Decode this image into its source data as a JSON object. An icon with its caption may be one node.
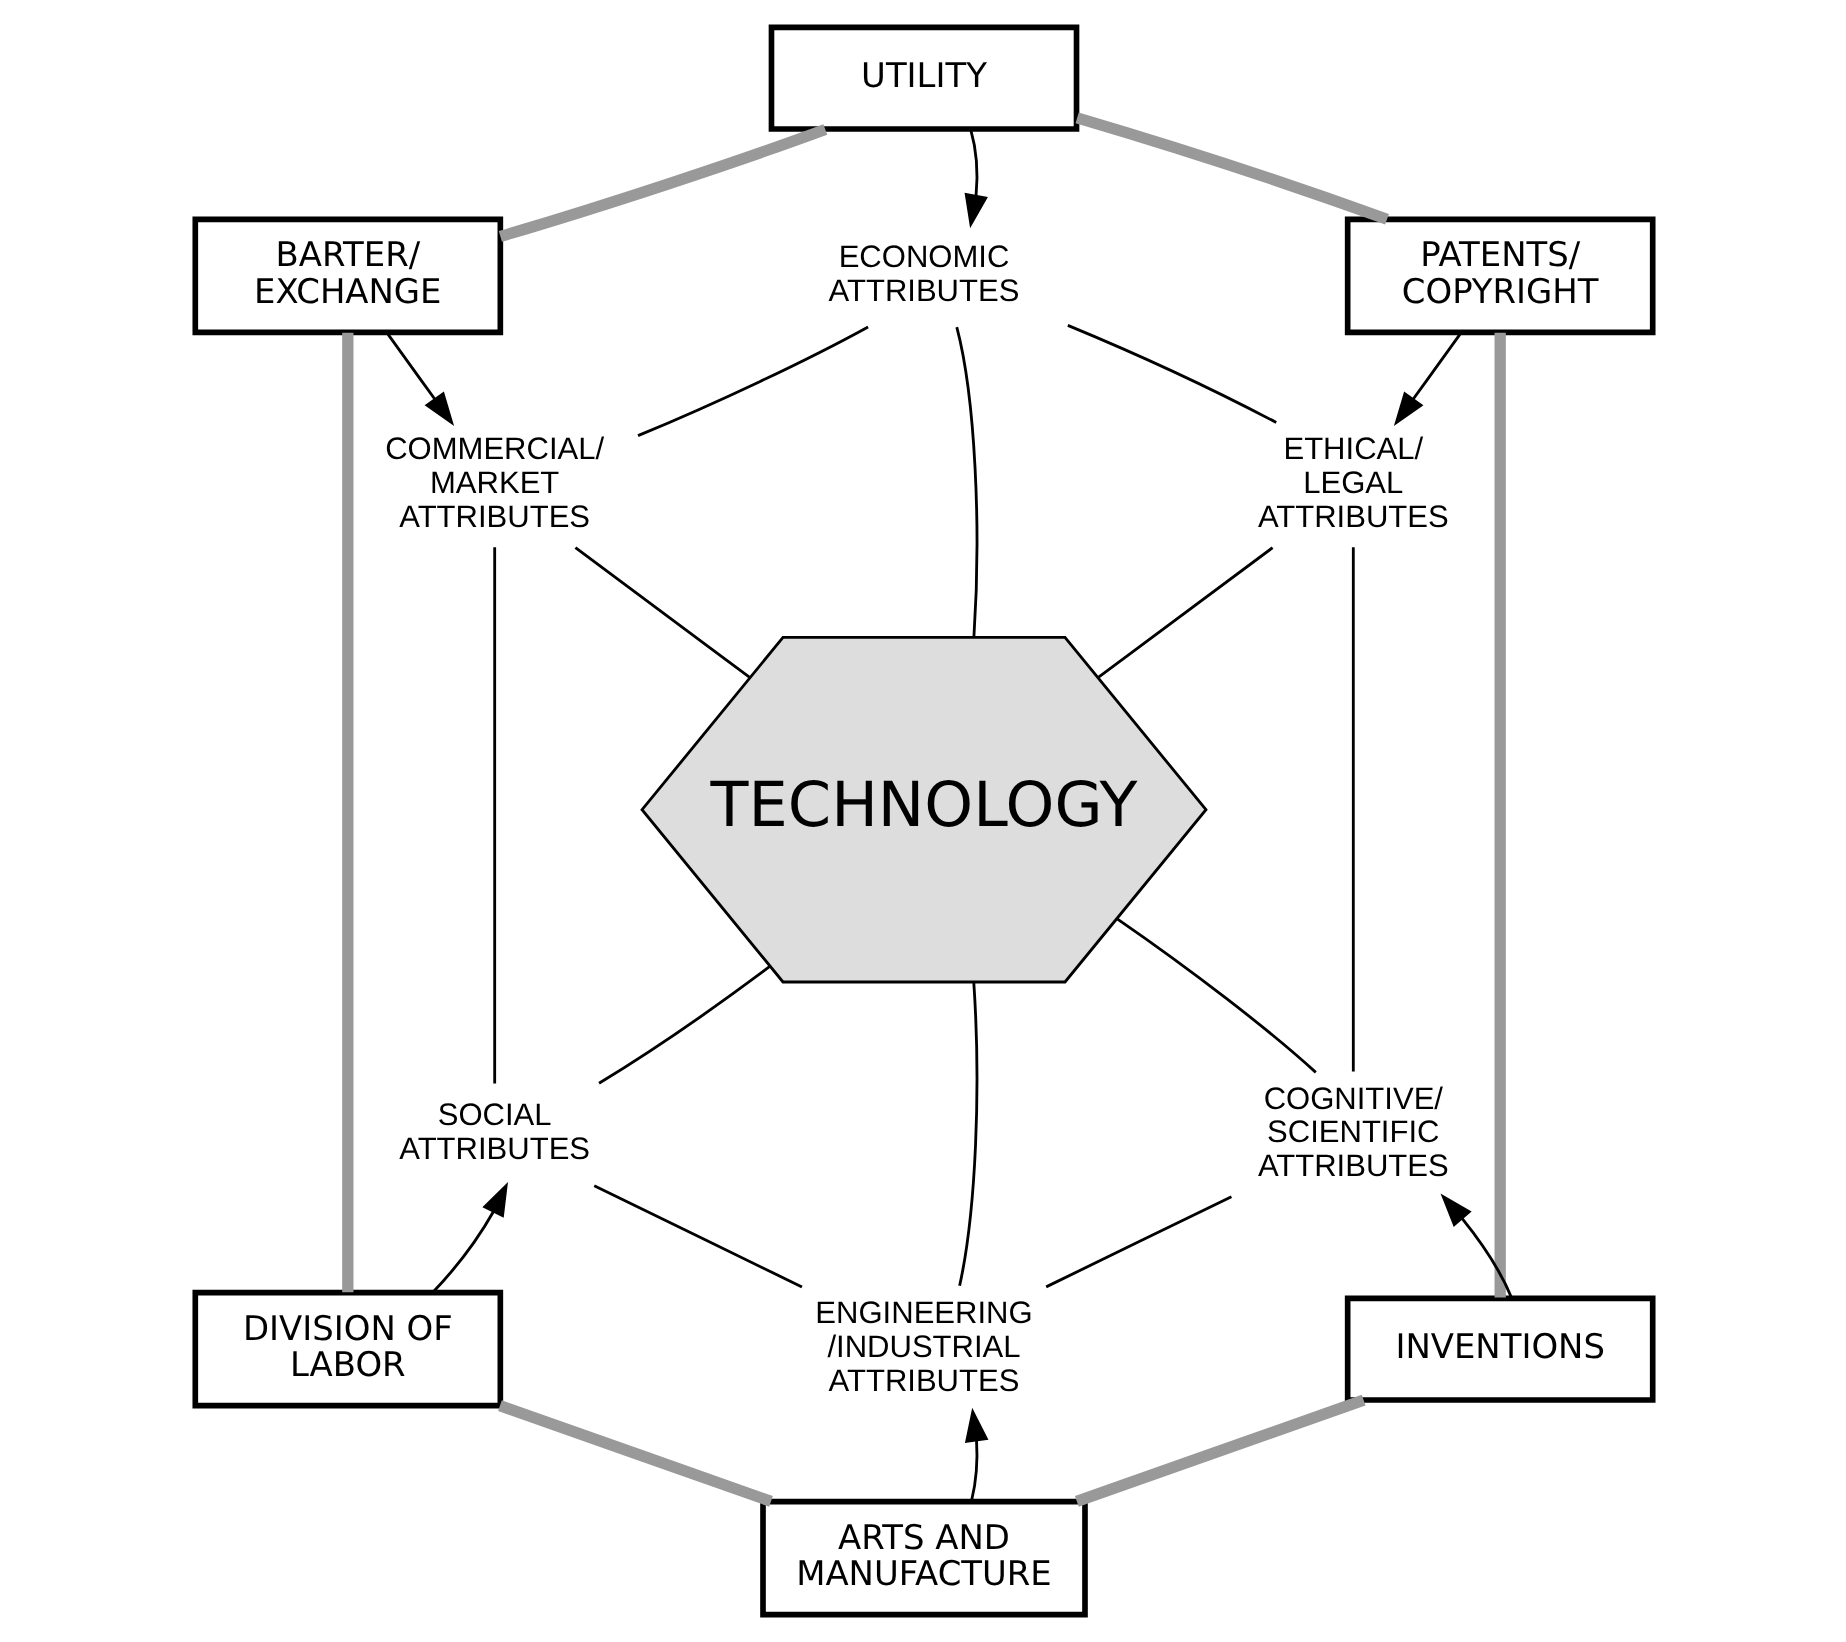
{
  "diagram": {
    "nodes": [
      {
        "text": [
          "TECHNOLOGY"
        ]
      },
      {
        "text": [
          "ECONOMIC ATTRIBUTES"
        ]
      },
      {
        "text": [
          "ETHICAL/ LEGAL ATTRIBUTES"
        ]
      },
      {
        "text": [
          "COGNITIVE/ SCIENTIFIC ATTRIBUTES"
        ]
      },
      {
        "text": [
          "ENGINEERING /INDUSTRIAL ATTRIBUTES"
        ]
      },
      {
        "text": [
          "SOCIAL ATTRIBUTES"
        ]
      },
      {
        "text": [
          "COMMERCIAL/ MARKET ATTRIBUTES"
        ]
      },
      {
        "text": [
          "UTILITY"
        ]
      },
      {
        "text": [
          "PATENTS/ COPYRIGHT"
        ]
      },
      {
        "text": [
          "INVENTIONS"
        ]
      },
      {
        "text": [
          "ARTS AND MANUFACTURE"
        ]
      },
      {
        "text": [
          "DIVISION OF LABOR"
        ]
      },
      {
        "text": [
          "BARTER/ EXCHANGE"
        ]
      }
    ],
    "edges": [
      {
        "from": 0,
        "to": 1,
        "arrow": "none"
      },
      {
        "from": 0,
        "to": 2,
        "arrow": "none"
      },
      {
        "from": 0,
        "to": 3,
        "arrow": "none"
      },
      {
        "from": 0,
        "to": 4,
        "arrow": "none"
      },
      {
        "from": 0,
        "to": 5,
        "arrow": "none"
      },
      {
        "from": 0,
        "to": 6,
        "arrow": "none"
      },
      {
        "from": 1,
        "to": 2,
        "arrow": "none"
      },
      {
        "from": 2,
        "to": 3,
        "arrow": "none"
      },
      {
        "from": 3,
        "to": 4,
        "arrow": "none"
      },
      {
        "from": 4,
        "to": 5,
        "arrow": "none"
      },
      {
        "from": 5,
        "to": 6,
        "arrow": "none"
      },
      {
        "from": 6,
        "to": 1,
        "arrow": "none"
      },
      {
        "from": 7,
        "to": 8,
        "arrow": "none",
        "style": "thick",
        "color": "#999999"
      },
      {
        "from": 8,
        "to": 9,
        "arrow": "none",
        "style": "thick",
        "color": "#999999"
      },
      {
        "from": 9,
        "to": 10,
        "arrow": "none",
        "style": "thick",
        "color": "#999999"
      },
      {
        "from": 10,
        "to": 11,
        "arrow": "none",
        "style": "thick",
        "color": "#999999"
      },
      {
        "from": 11,
        "to": 12,
        "arrow": "none",
        "style": "thick",
        "color": "#999999"
      },
      {
        "from": 12,
        "to": 7,
        "arrow": "none",
        "style": "thick",
        "color": "#999999"
      },
      {
        "from": 7,
        "to": 1,
        "arrow": "to"
      },
      {
        "from": 8,
        "to": 2,
        "arrow": "to"
      },
      {
        "from": 9,
        "to": 3,
        "arrow": "to"
      },
      {
        "from": 10,
        "to": 4,
        "arrow": "to"
      },
      {
        "from": 11,
        "to": 5,
        "arrow": "to"
      },
      {
        "from": 12,
        "to": 6,
        "arrow": "to"
      }
    ]
  }
}
